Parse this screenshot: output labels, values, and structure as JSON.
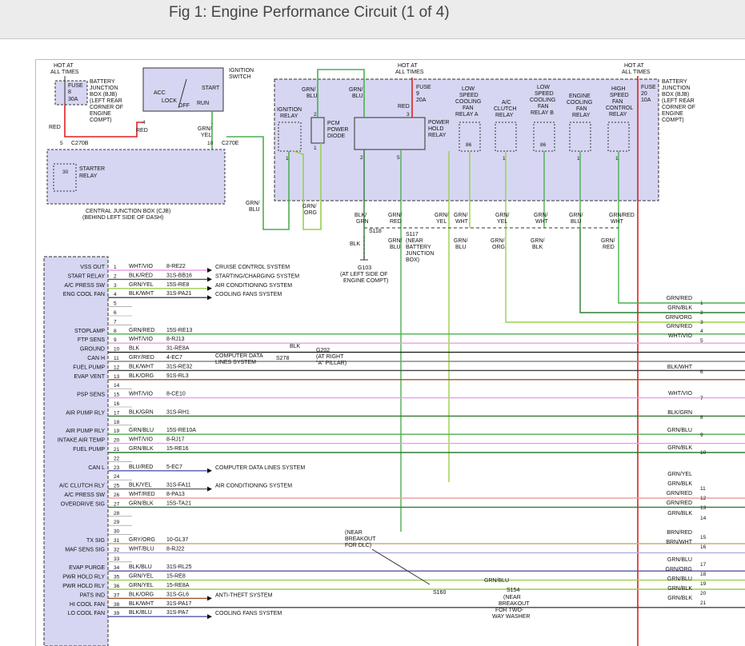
{
  "title": "Fig 1: Engine Performance Circuit (1 of 4)",
  "labels": {
    "hot1a": "HOT AT",
    "hot1b": "ALL TIMES",
    "fuse8": "FUSE",
    "fuse8n": "8",
    "fuse8a": "30A",
    "bjb1": "BATTERY",
    "bjb2": "JUNCTION",
    "bjb3": "BOX (BJB)",
    "bjb4": "(LEFT REAR",
    "bjb5": "CORNER OF",
    "bjb6": "ENGINE",
    "bjb7": "COMPT)",
    "ign1": "IGNITION",
    "ign2": "SWITCH",
    "acc": "ACC",
    "lock": "LOCK",
    "off": "OFF",
    "start": "START",
    "run": "RUN",
    "red1": "RED",
    "red2": "RED",
    "grnyel1": "GRN/",
    "grnyel2": "YEL",
    "c270b": "C270B",
    "c270e": "C270E",
    "starter1": "STARTER",
    "starter2": "RELAY",
    "cjb1": "CENTRAL JUNCTION BOX (CJB)",
    "cjb2": "(BEHIND LEFT SIDE OF DASH)",
    "hot2a": "HOT AT",
    "hot2b": "ALL TIMES",
    "fuse9": "FUSE",
    "fuse9n": "9",
    "fuse9a": "20A",
    "hot3a": "HOT AT",
    "hot3b": "ALL TIMES",
    "fuse20": "FUSE",
    "fuse20n": "20",
    "fuse20a": "10A",
    "bjbR1": "BATTERY",
    "bjbR2": "JUNCTION",
    "bjbR3": "BOX (BJB)",
    "bjbR4": "(LEFT REAR",
    "bjbR5": "CORNER OF",
    "bjbR6": "ENGINE",
    "bjbR7": "COMPT)",
    "ignRelay1": "IGNITION",
    "ignRelay2": "RELAY",
    "pcm1": "PCM",
    "pcm2": "POWER",
    "pcm3": "DIODE",
    "phr1": "POWER",
    "phr2": "HOLD",
    "phr3": "RELAY",
    "lsfa1": "LOW",
    "lsfa2": "SPEED",
    "lsfa3": "COOLING",
    "lsfa4": "FAN",
    "lsfa5": "RELAY A",
    "acc1": "A/C",
    "acc2": "CLUTCH",
    "acc3": "RELAY",
    "lsfb1": "LOW",
    "lsfb2": "SPEED",
    "lsfb3": "COOLING",
    "lsfb4": "FAN",
    "lsfb5": "RELAY B",
    "ecf1": "ENGINE",
    "ecf2": "COOLING",
    "ecf3": "FAN",
    "ecf4": "RELAY",
    "hsf1": "HIGH",
    "hsf2": "SPEED",
    "hsf3": "FAN",
    "hsf4": "CONTROL",
    "hsf5": "RELAY",
    "grnblu_a": "GRN/",
    "grnblu_b": "BLU",
    "grnblu_c": "GRN/",
    "grnblu_d": "BLU",
    "redTop": "RED",
    "grnbluL1": "GRN/",
    "grnbluL2": "BLU",
    "grnorg1": "GRN/",
    "grnorg2": "ORG",
    "s118": "S118",
    "s117a": "S117",
    "s117b": "(NEAR",
    "s117c": "BATTERY",
    "s117d": "JUNCTION",
    "s117e": "BOX)",
    "g103a": "G103",
    "g103b": "(AT LEFT SIDE OF",
    "g103c": "ENGINE COMPT)",
    "blk": "BLK",
    "s278": "S278",
    "g202a": "G202",
    "g202b": "(AT RIGHT",
    "g202c": "\"A\" PILLAR)",
    "dlc1": "(NEAR",
    "dlc2": "BREAKOUT",
    "dlc3": "FOR DLC)",
    "s160": "S160",
    "s154": "S154",
    "s154b": "(NEAR",
    "s154c": "BREAKOUT",
    "s154d": "FOR TWO-",
    "s154e": "WAY WASHER",
    "grnbluMid": "GRN/BLU"
  },
  "col_wire_labels": [
    [
      "BLK/",
      "GRN"
    ],
    [
      "GRN/",
      "RED"
    ],
    [
      "GRN/",
      "YEL"
    ],
    [
      "GRN/",
      "WHT"
    ],
    [
      "GRN/",
      "YEL"
    ],
    [
      "GRN/",
      "WHT"
    ],
    [
      "GRN/",
      "BLU"
    ],
    [
      "GRN/",
      "WHT"
    ],
    [
      "RED",
      ""
    ]
  ],
  "col_wire_labels2": [
    [
      "GRN/",
      "BLU"
    ],
    [
      "GRN/",
      "BLU"
    ],
    [
      "GRN/",
      "ORG"
    ],
    [
      "GRN/",
      "BLK"
    ],
    [
      "GRN/",
      "RED"
    ]
  ],
  "pcm_pins": [
    {
      "name": "VSS OUT",
      "pin": "1",
      "wire": "WHT/VIO",
      "code": "8-RE22",
      "dest": "CRUISE CONTROL SYSTEM"
    },
    {
      "name": "START RELAY",
      "pin": "2",
      "wire": "BLK/RED",
      "code": "31S-BB16",
      "dest": "STARTING/CHARGING SYSTEM"
    },
    {
      "name": "A/C PRESS SW",
      "pin": "3",
      "wire": "GRN/YEL",
      "code": "15S-RE8",
      "dest": "AIR CONDITIONING SYSTEM"
    },
    {
      "name": "ENG COOL FAN",
      "pin": "4",
      "wire": "BLK/WHT",
      "code": "31S-PA21",
      "dest": "COOLING FANS SYSTEM"
    },
    {
      "name": "",
      "pin": "5",
      "wire": "",
      "code": "",
      "dest": ""
    },
    {
      "name": "",
      "pin": "6",
      "wire": "",
      "code": "",
      "dest": ""
    },
    {
      "name": "",
      "pin": "7",
      "wire": "",
      "code": "",
      "dest": ""
    },
    {
      "name": "STOPLAMP",
      "pin": "8",
      "wire": "GRN/RED",
      "code": "15S-RE13",
      "dest": ""
    },
    {
      "name": "FTP SENS",
      "pin": "9",
      "wire": "WHT/VIO",
      "code": "8-RJ13",
      "dest": ""
    },
    {
      "name": "GROUND",
      "pin": "10",
      "wire": "BLK",
      "code": "31-RE8A",
      "dest": ""
    },
    {
      "name": "CAN H",
      "pin": "11",
      "wire": "GRY/RED",
      "code": "4-EC7",
      "dest": ""
    },
    {
      "name": "FUEL PUMP",
      "pin": "12",
      "wire": "BLK/WHT",
      "code": "31S-RE32",
      "dest": ""
    },
    {
      "name": "EVAP VENT",
      "pin": "13",
      "wire": "BLK/ORG",
      "code": "91S-RL3",
      "dest": ""
    },
    {
      "name": "",
      "pin": "14",
      "wire": "",
      "code": "",
      "dest": ""
    },
    {
      "name": "PSP SENS",
      "pin": "15",
      "wire": "WHT/VIO",
      "code": "8-CE10",
      "dest": ""
    },
    {
      "name": "",
      "pin": "16",
      "wire": "",
      "code": "",
      "dest": ""
    },
    {
      "name": "AIR PUMP RLY",
      "pin": "17",
      "wire": "BLK/GRN",
      "code": "31S-RH1",
      "dest": ""
    },
    {
      "name": "",
      "pin": "18",
      "wire": "",
      "code": "",
      "dest": ""
    },
    {
      "name": "AIR PUMP RLY",
      "pin": "19",
      "wire": "GRN/BLU",
      "code": "15S-RE10A",
      "dest": ""
    },
    {
      "name": "INTAKE AIR TEMP",
      "pin": "20",
      "wire": "WHT/VIO",
      "code": "8-RJ17",
      "dest": ""
    },
    {
      "name": "FUEL PUMP",
      "pin": "21",
      "wire": "GRN/BLK",
      "code": "15-RE16",
      "dest": ""
    },
    {
      "name": "",
      "pin": "22",
      "wire": "",
      "code": "",
      "dest": ""
    },
    {
      "name": "CAN L",
      "pin": "23",
      "wire": "BLU/RED",
      "code": "5-EC7",
      "dest": "COMPUTER DATA LINES SYSTEM"
    },
    {
      "name": "",
      "pin": "24",
      "wire": "",
      "code": "",
      "dest": ""
    },
    {
      "name": "A/C CLUTCH RLY",
      "pin": "25",
      "wire": "BLK/YEL",
      "code": "31S-FA11",
      "dest": "AIR CONDITIONING SYSTEM"
    },
    {
      "name": "A/C PRESS SW",
      "pin": "26",
      "wire": "WHT/RED",
      "code": "8-PA13",
      "dest": ""
    },
    {
      "name": "OVERDRIVE SIG",
      "pin": "27",
      "wire": "GRN/BLK",
      "code": "15S-TA21",
      "dest": ""
    },
    {
      "name": "",
      "pin": "28",
      "wire": "",
      "code": "",
      "dest": ""
    },
    {
      "name": "",
      "pin": "29",
      "wire": "",
      "code": "",
      "dest": ""
    },
    {
      "name": "",
      "pin": "30",
      "wire": "",
      "code": "",
      "dest": ""
    },
    {
      "name": "TX SIG",
      "pin": "31",
      "wire": "GRY/ORG",
      "code": "10-GL37",
      "dest": ""
    },
    {
      "name": "MAF SENS SIG",
      "pin": "32",
      "wire": "WHT/BLU",
      "code": "8-RJ22",
      "dest": ""
    },
    {
      "name": "",
      "pin": "33",
      "wire": "",
      "code": "",
      "dest": ""
    },
    {
      "name": "EVAP PURGE",
      "pin": "34",
      "wire": "BLK/BLU",
      "code": "31S-RL25",
      "dest": ""
    },
    {
      "name": "PWR HOLD RLY",
      "pin": "35",
      "wire": "GRN/YEL",
      "code": "15-RE8",
      "dest": ""
    },
    {
      "name": "PWR HOLD RLY",
      "pin": "36",
      "wire": "GRN/YEL",
      "code": "15-RE8A",
      "dest": ""
    },
    {
      "name": "PATS IND",
      "pin": "37",
      "wire": "BLK/ORG",
      "code": "31S-GL6",
      "dest": "ANTI-THEFT SYSTEM"
    },
    {
      "name": "HI COOL FAN",
      "pin": "38",
      "wire": "BLK/WHT",
      "code": "31S-PA17",
      "dest": ""
    },
    {
      "name": "LO COOL FAN",
      "pin": "39",
      "wire": "BLK/BLU",
      "code": "31S-PA7",
      "dest": "COOLING FANS SYSTEM"
    }
  ],
  "computer_data": "COMPUTER DATA",
  "lines_system": "LINES SYSTEM",
  "blk_s278": "BLK",
  "right_wires": [
    {
      "label": "GRN/RED",
      "num": "1"
    },
    {
      "label": "GRN/BLK",
      "num": "2"
    },
    {
      "label": "GRN/ORG",
      "num": "3"
    },
    {
      "label": "GRN/RED",
      "num": "4"
    },
    {
      "label": "WHT/VIO",
      "num": "5"
    },
    {
      "label": "BLK/WHT",
      "num": "6"
    },
    {
      "label": "WHT/VIO",
      "num": "7"
    },
    {
      "label": "BLK/GRN",
      "num": "8"
    },
    {
      "label": "GRN/BLU",
      "num": "9"
    },
    {
      "label": "GRN/BLK",
      "num": "10"
    },
    {
      "label": "GRN/YEL",
      "num": ""
    },
    {
      "label": "GRN/BLK",
      "num": "11"
    },
    {
      "label": "GRN/RED",
      "num": "12"
    },
    {
      "label": "GRN/RED",
      "num": "13"
    },
    {
      "label": "GRN/BLK",
      "num": "14"
    },
    {
      "label": "BRN/RED",
      "num": "15"
    },
    {
      "label": "BRN/WHT",
      "num": "16"
    },
    {
      "label": "GRN/BLU",
      "num": "17"
    },
    {
      "label": "GRN/ORG",
      "num": "18"
    },
    {
      "label": "GRN/BLU",
      "num": "19"
    },
    {
      "label": "GRN/BLK",
      "num": "20"
    },
    {
      "label": "GRN/BLK",
      "num": "21"
    }
  ],
  "colors": {
    "box_fill": "#d6d6f2",
    "red": "#e02020",
    "green": "#4caf50",
    "yellow_green": "#9bcf4b",
    "violet": "#e8a0e8",
    "brown": "#a0522d",
    "pink": "#f0a0a0",
    "tan": "#d2a878",
    "gray": "#888888",
    "blue_violet": "#5555aa"
  }
}
